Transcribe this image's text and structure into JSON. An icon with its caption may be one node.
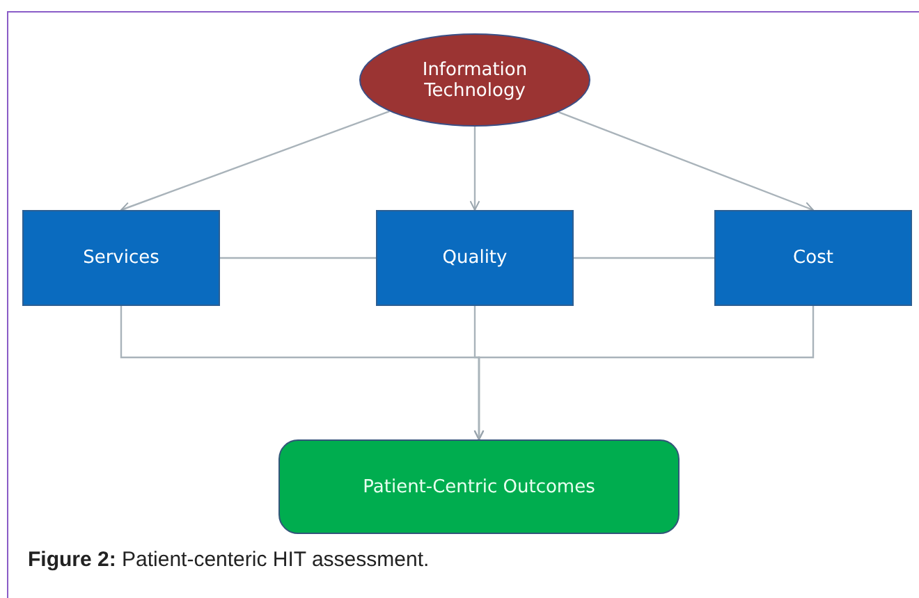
{
  "diagram": {
    "caption": "**Figure 2:** Patient-centeric HIT assessment.",
    "nodes": [
      {
        "text": [
          "Information Technology"
        ]
      },
      {
        "text": [
          "Services"
        ]
      },
      {
        "text": [
          "Quality"
        ]
      },
      {
        "text": [
          "Cost"
        ]
      },
      {
        "text": [
          "Patient-Centric Outcomes"
        ]
      }
    ],
    "edges": [
      {
        "from": 0,
        "to": 1,
        "arrow": "to"
      },
      {
        "from": 0,
        "to": 2,
        "arrow": "to"
      },
      {
        "from": 0,
        "to": 3,
        "arrow": "to"
      },
      {
        "from": 1,
        "to": 2,
        "arrow": "none"
      },
      {
        "from": 2,
        "to": 3,
        "arrow": "none"
      },
      {
        "from": 1,
        "to": 4,
        "arrow": "to"
      },
      {
        "from": 2,
        "to": 4,
        "arrow": "to"
      },
      {
        "from": 3,
        "to": 4,
        "arrow": "to"
      }
    ]
  }
}
